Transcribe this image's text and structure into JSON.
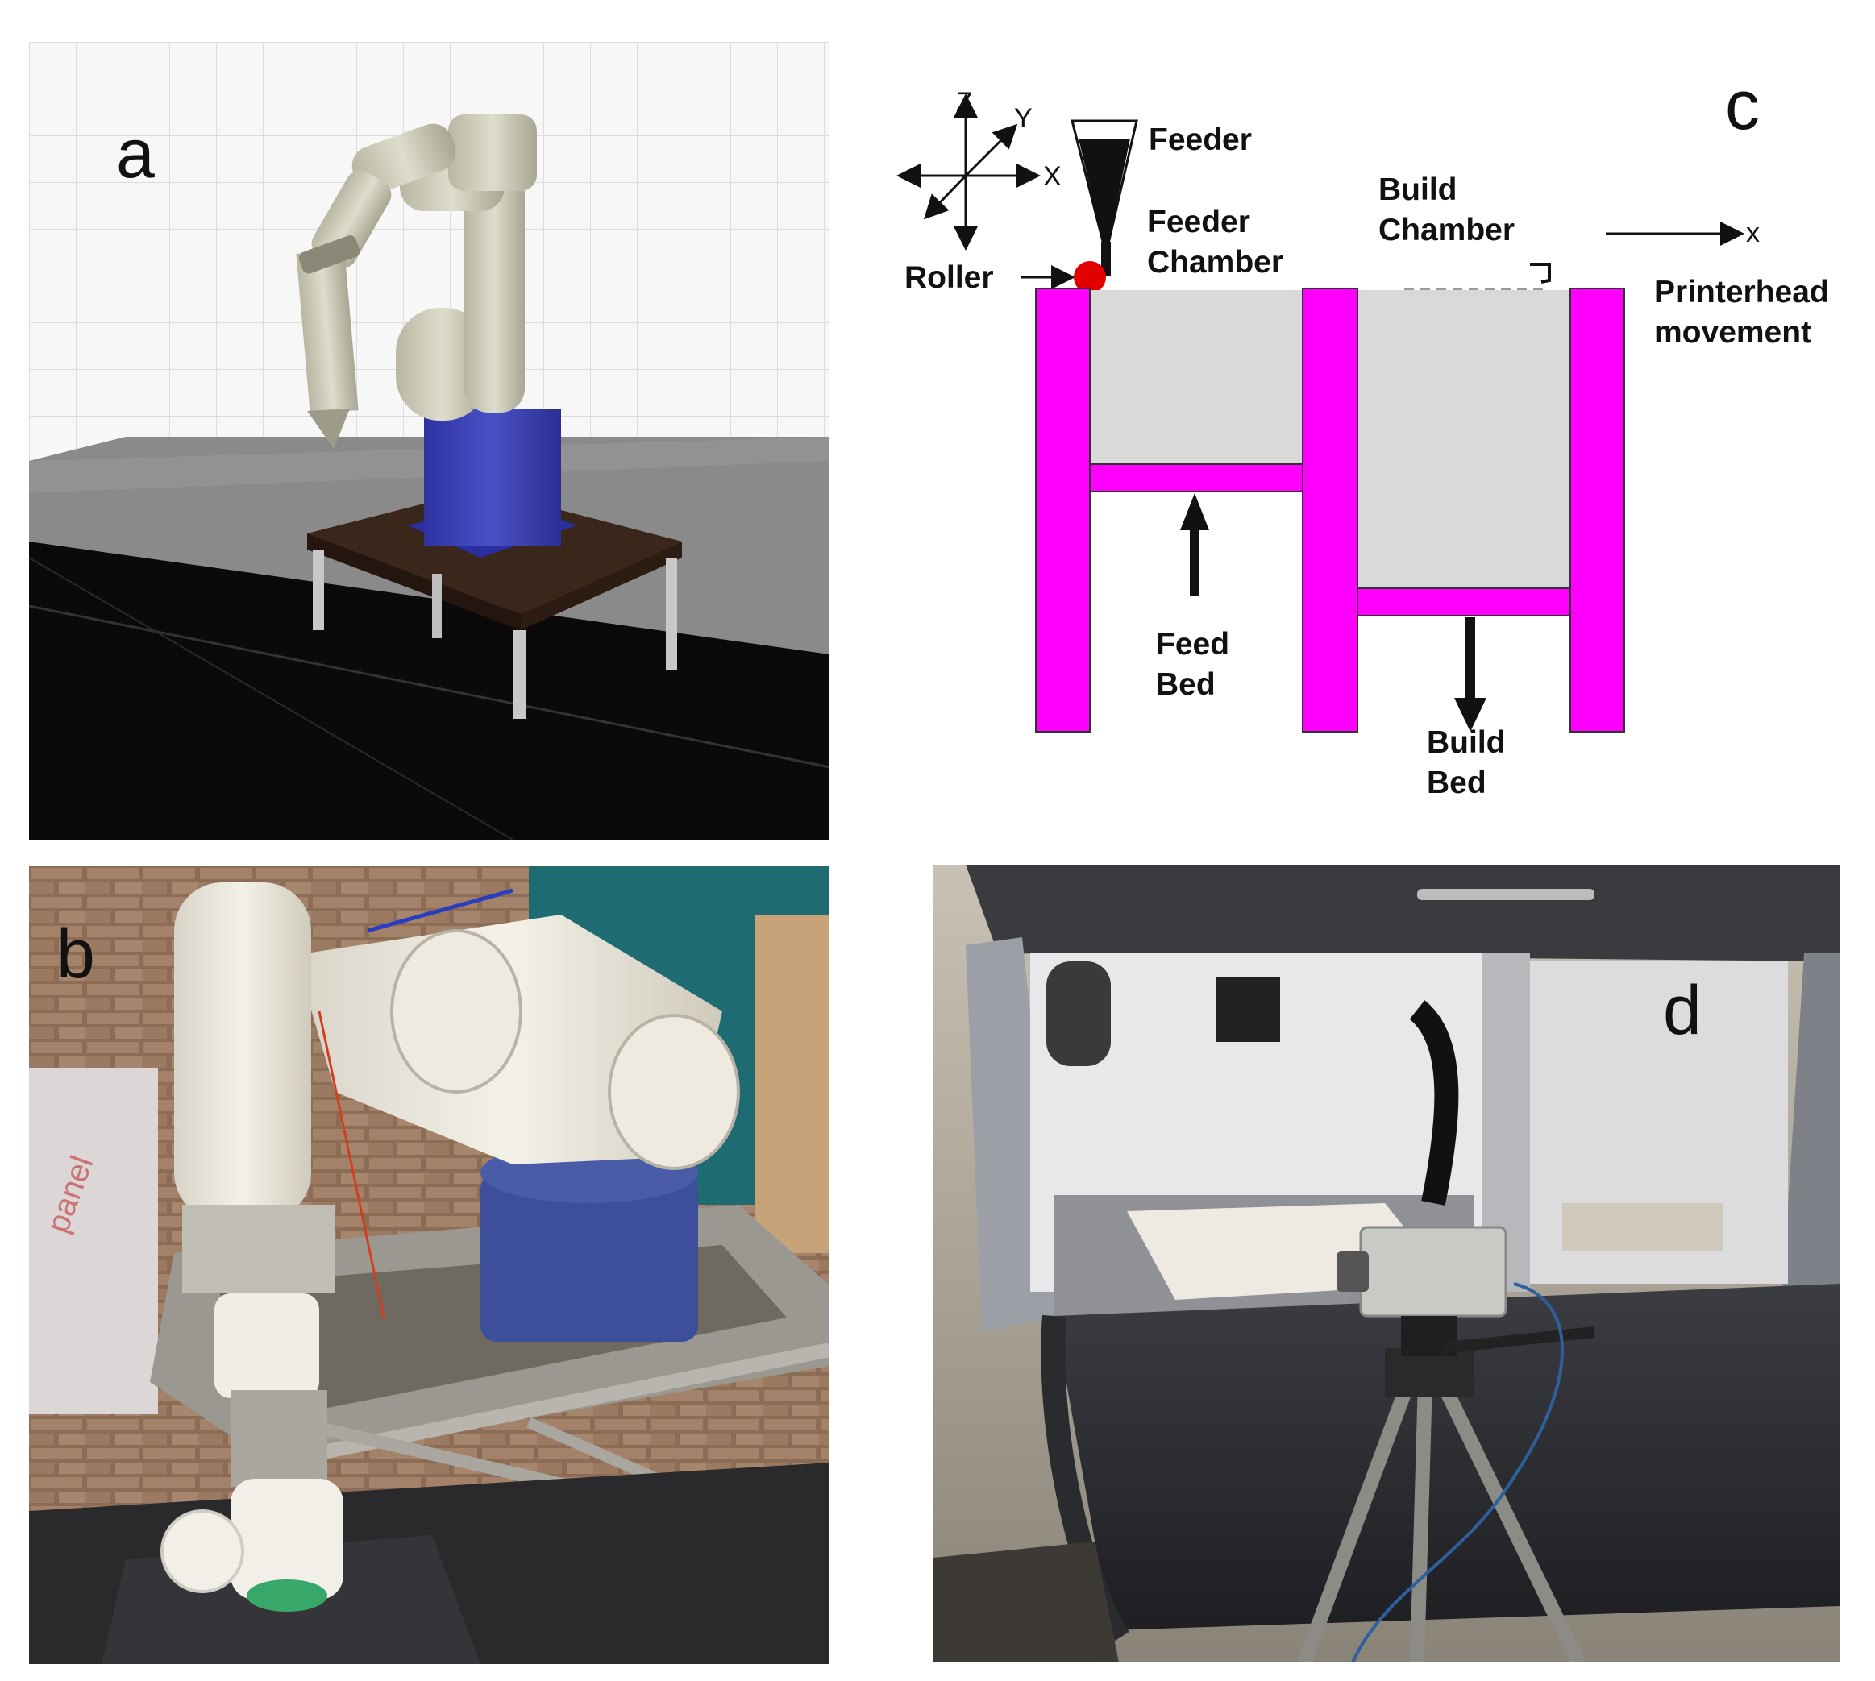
{
  "panels": {
    "a": {
      "letter": "a"
    },
    "b": {
      "letter": "b"
    },
    "c": {
      "letter": "c",
      "labels": {
        "feeder": "Feeder",
        "feeder_chamber_1": "Feeder",
        "feeder_chamber_2": "Chamber",
        "roller": "Roller",
        "build_chamber_1": "Build",
        "build_chamber_2": "Chamber",
        "printerhead_1": "Printerhead",
        "printerhead_2": "movement",
        "feed_bed_1": "Feed",
        "feed_bed_2": "Bed",
        "build_bed_1": "Build",
        "build_bed_2": "Bed",
        "axis_z": "Z",
        "axis_y": "Y",
        "axis_x": "X",
        "movement_x": "x"
      },
      "colors": {
        "walls": "#ff00ff",
        "powder": "#d9d9d9",
        "roller": "#e00000"
      }
    },
    "d": {
      "letter": "d",
      "box_texts": {
        "line1": "",
        "line2": ""
      }
    }
  },
  "colors": {
    "robot_base": "#3b3fb0",
    "robot_arm": "#d4d2bd",
    "photo_robot_base": "#3d4f9a"
  }
}
